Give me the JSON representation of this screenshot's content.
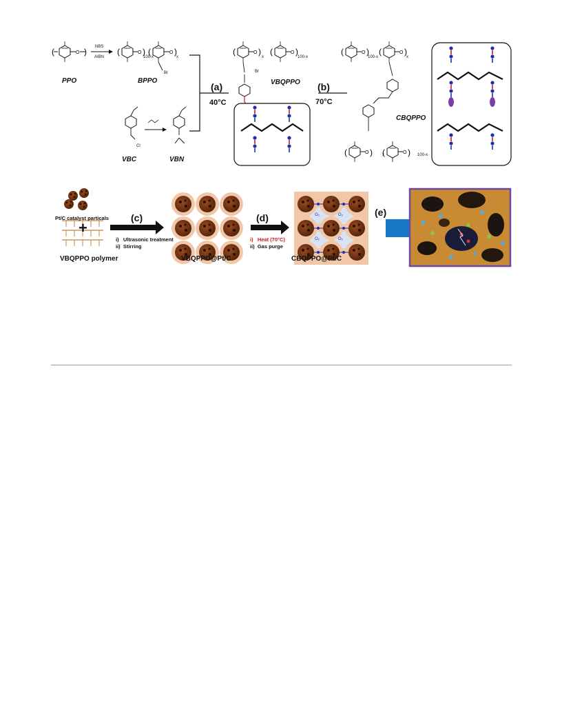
{
  "figure": {
    "top_scheme": {
      "compounds": {
        "ppo": "PPO",
        "bppo": "BPPO",
        "vbc": "VBC",
        "vbn": "VBN",
        "vbqppo": "VBQPPO",
        "cbqppo": "CBQPPO"
      },
      "reagents": {
        "nbs": "NBS",
        "aibn": "AIBN",
        "br": "Br",
        "cl": "Cl"
      },
      "subscripts": {
        "s100x": "100-x",
        "sx": "x"
      },
      "steps": {
        "a": {
          "label": "(a)",
          "temp": "40°C"
        },
        "b": {
          "label": "(b)",
          "temp": "70°C"
        }
      }
    },
    "bottom_scheme": {
      "catalyst_label": "Pt/C catalyst particals",
      "plus": "+",
      "polymer_label": "VBQPPO polymer",
      "step_c": {
        "label": "(c)",
        "cond1": "i)   Ultrasonic treatment",
        "cond2": "ii)  Stirring"
      },
      "product1": "VBQPPO@Pt/C",
      "step_d": {
        "label": "(d)",
        "cond1": "i)   Heat (70°C)",
        "cond2": "ii)  Gas purge"
      },
      "product2": "CBQPPO@Pt/C",
      "o2": "O₂",
      "step_e": {
        "label": "(e)"
      }
    },
    "colors": {
      "black": "#111111",
      "red_bond": "#d01818",
      "blue_bond": "#1e2fa8",
      "particle": "#6b3215",
      "halo": "#f2c6a8",
      "arrow_blue": "#1977c8",
      "frame_purple": "#6a4aa0"
    }
  }
}
